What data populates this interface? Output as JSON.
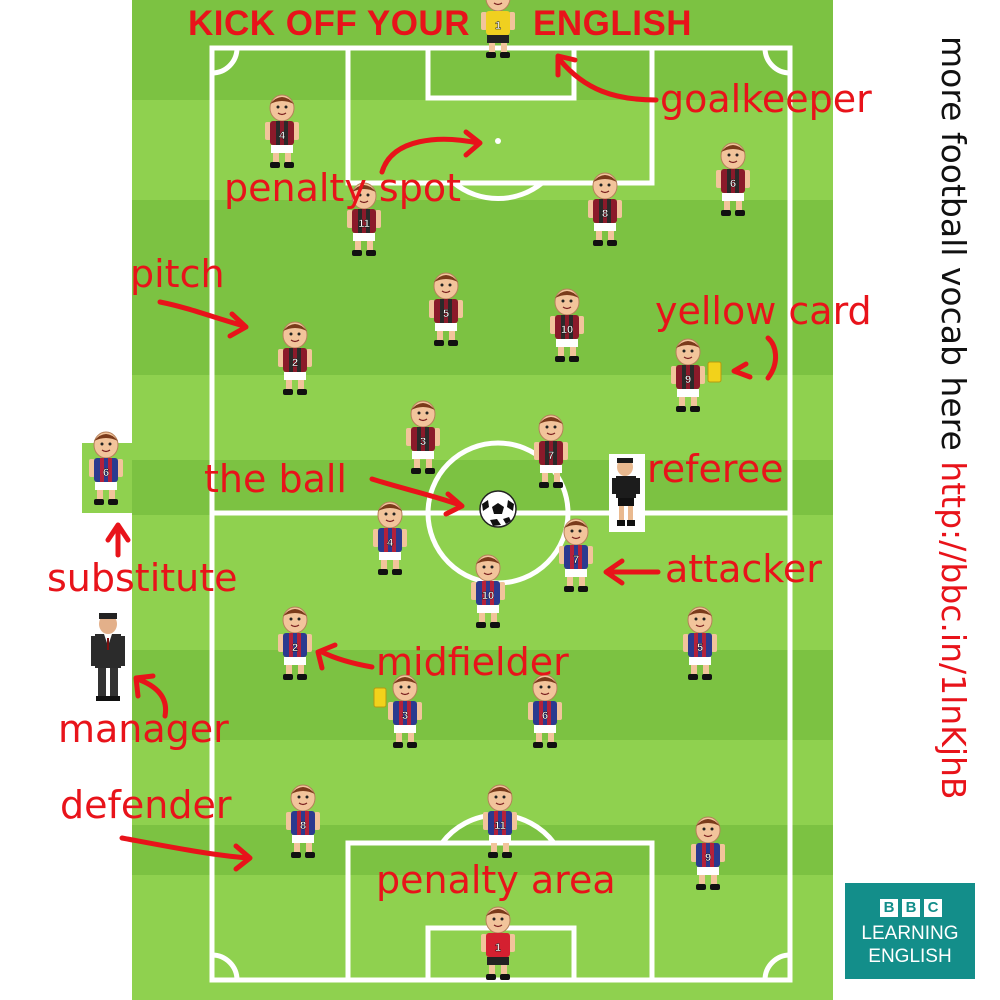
{
  "title": {
    "before_keeper": "KICK OFF YOUR",
    "after_keeper": "ENGLISH"
  },
  "labels": {
    "goalkeeper": "goalkeeper",
    "penalty_spot": "penalty spot",
    "pitch": "pitch",
    "yellow_card": "yellow card",
    "the_ball": "the ball",
    "referee": "referee",
    "substitute": "substitute",
    "attacker": "attacker",
    "midfielder": "midfielder",
    "manager": "manager",
    "defender": "defender",
    "penalty_area": "penalty area"
  },
  "side_text": {
    "plain": "more football vocab here ",
    "link": "http://bbc.in/1lnKjhB"
  },
  "logo": {
    "blocks": [
      "B",
      "B",
      "C"
    ],
    "line1": "LEARNING",
    "line2": "ENGLISH"
  },
  "players": {
    "home_team": [
      "1",
      "4",
      "6",
      "8",
      "11",
      "5",
      "10",
      "2",
      "9",
      "3",
      "7"
    ],
    "away_team": [
      "4",
      "7",
      "10",
      "2",
      "5",
      "3",
      "6",
      "8",
      "11",
      "9",
      "1"
    ],
    "substitute": "6"
  },
  "colors": {
    "pitch_light": "#8fd14f",
    "pitch_dark": "#7cc242",
    "lines": "#ffffff",
    "label_red": "#e8131a",
    "home_shirt": "#8b1a2a",
    "away_shirt": "#2b3a8f",
    "keeper_home": "#f0d020",
    "keeper_away": "#d42030",
    "card": "#f2d21b",
    "bbc_teal": "#138e8a"
  }
}
